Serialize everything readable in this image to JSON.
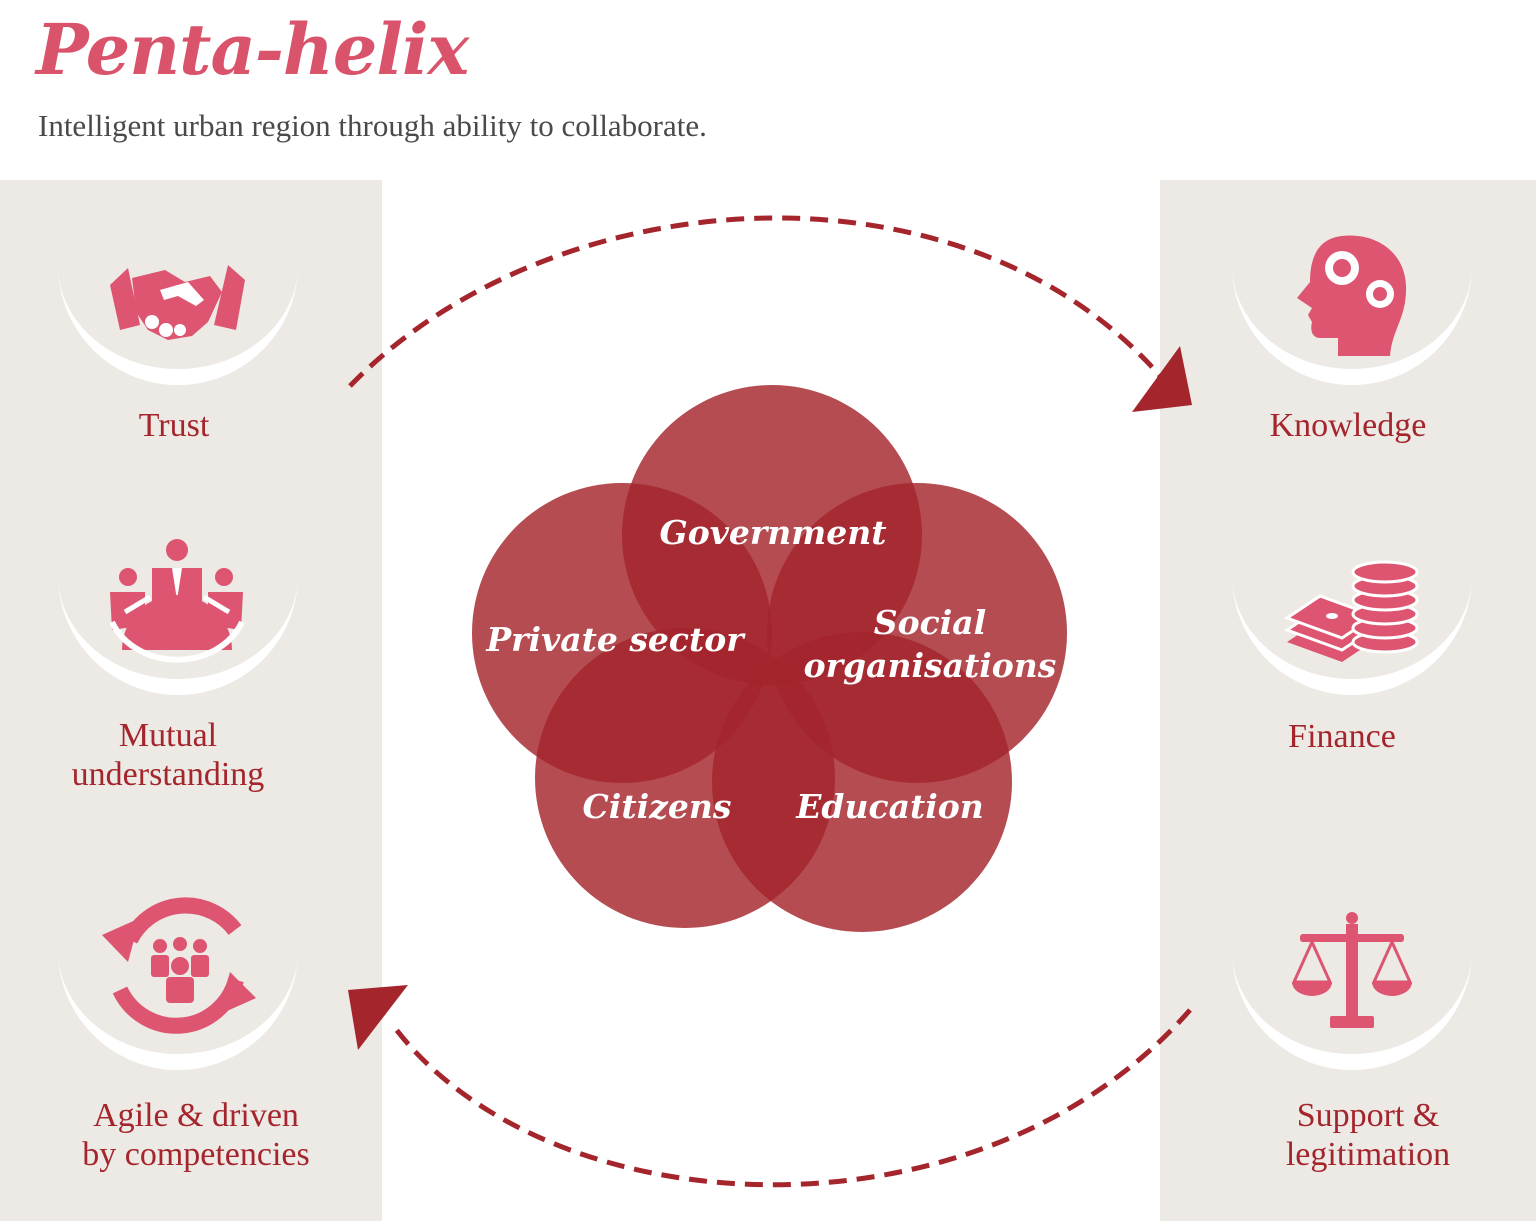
{
  "header": {
    "title": "Penta-helix",
    "subtitle": "Intelligent urban region through ability to collaborate."
  },
  "left_items": [
    {
      "label": "Trust",
      "icon": "handshake-icon"
    },
    {
      "label": "Mutual\nunderstanding",
      "icon": "meeting-group-icon"
    },
    {
      "label": "Agile & driven\nby competencies",
      "icon": "team-cycle-icon"
    }
  ],
  "right_items": [
    {
      "label": "Knowledge",
      "icon": "head-gears-icon"
    },
    {
      "label": "Finance",
      "icon": "money-stack-icon"
    },
    {
      "label": "Support &\nlegitimation",
      "icon": "scales-icon"
    }
  ],
  "circles": {
    "government": "Government",
    "private_sector": "Private sector",
    "social_line1": "Social",
    "social_line2": "organisations",
    "citizens": "Citizens",
    "education": "Education"
  },
  "colors": {
    "title": "#d9536b",
    "icon": "#dd5570",
    "circle_fill": "#a4252c",
    "arrow": "#a4252c",
    "label": "#a4252c",
    "panel_bg": "#edeae5"
  }
}
